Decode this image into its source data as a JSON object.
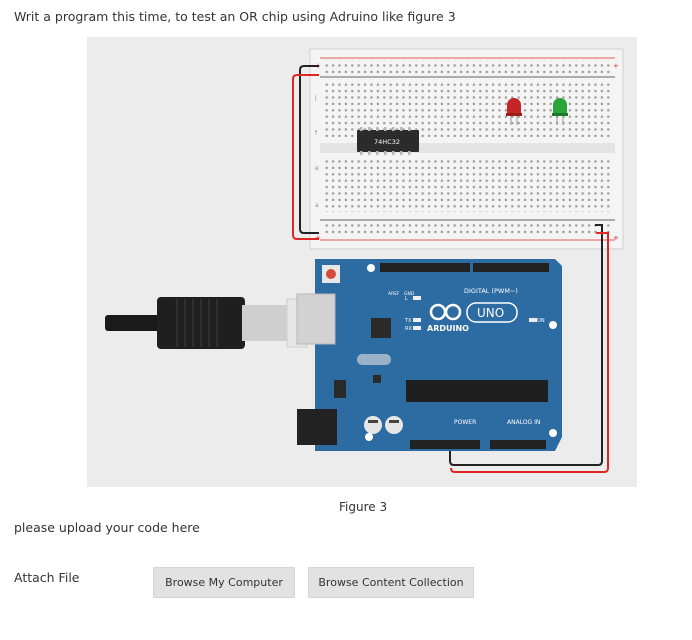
{
  "question": {
    "text": "Writ a program this time, to test an OR chip using Adruino like figure 3"
  },
  "figure": {
    "chip_label": "74HC32",
    "board_brand": "UNO",
    "board_name": "ARDUINO",
    "digital_label": "DIGITAL (PWM~)",
    "power_label": "POWER",
    "analog_label": "ANALOG IN",
    "tx_label": "TX",
    "rx_label": "RX",
    "l_label": "L",
    "on_label": "ON",
    "aref_label": "AREF",
    "gnd_label": "GND",
    "caption": "Figure 3",
    "colors": {
      "led_red": "#c42525",
      "led_green": "#2aa43a",
      "wire_red": "#e02525",
      "wire_black": "#222222",
      "board_blue": "#2d6ba3"
    }
  },
  "upload": {
    "text": "please upload your code here"
  },
  "attach": {
    "label": "Attach File",
    "browse_computer": "Browse My Computer",
    "browse_collection": "Browse Content Collection"
  }
}
